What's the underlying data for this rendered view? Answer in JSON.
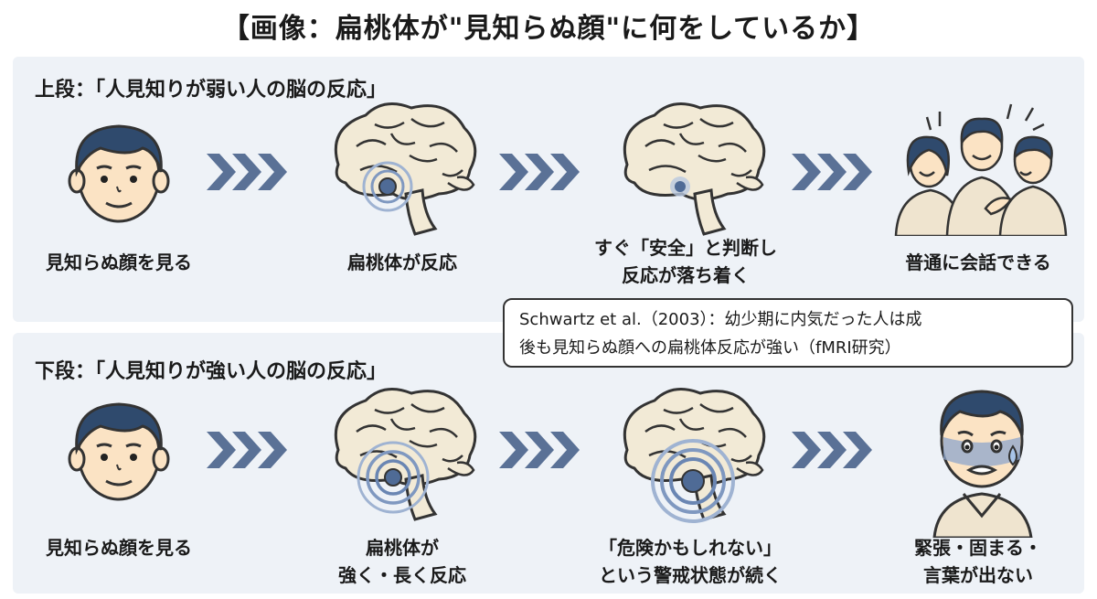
{
  "title": "【画像：扁桃体が\"見知らぬ顔\"に何をしているか】",
  "top": {
    "label": "上段：「人見知りが弱い人の脳の反応」",
    "steps": [
      {
        "lines": [
          "見知らぬ顔を見る"
        ]
      },
      {
        "lines": [
          "扁桃体が反応"
        ]
      },
      {
        "lines": [
          "すぐ「安全」と判断し",
          "反応が落ち着く"
        ]
      },
      {
        "lines": [
          "普通に会話できる"
        ]
      }
    ]
  },
  "citation": {
    "lines": [
      "Schwartz et al.（2003）：幼少期に内気だった人は成",
      "後も見知らぬ顔への扁桃体反応が強い（fMRI研究）"
    ]
  },
  "bottom": {
    "label": "下段：「人見知りが強い人の脳の反応」",
    "steps": [
      {
        "lines": [
          "見知らぬ顔を見る"
        ]
      },
      {
        "lines": [
          "扁桃体が",
          "強く・長く反応"
        ]
      },
      {
        "lines": [
          "「危険かもしれない」",
          "という警戒状態が続く"
        ]
      },
      {
        "lines": [
          "緊張・固まる・",
          "言葉が出ない"
        ]
      }
    ]
  },
  "colors": {
    "arrow": "#5a7196",
    "brain_fill": "#f2ead6",
    "brain_stroke": "#333333",
    "amygdala": "#4f6b96",
    "hair": "#2f4a6d",
    "skin": "#fbe3c4",
    "panel": "#eef2f7"
  },
  "icons": [
    "face-icon",
    "brain-icon",
    "arrow-icon",
    "people-talking-icon",
    "nervous-face-icon"
  ]
}
